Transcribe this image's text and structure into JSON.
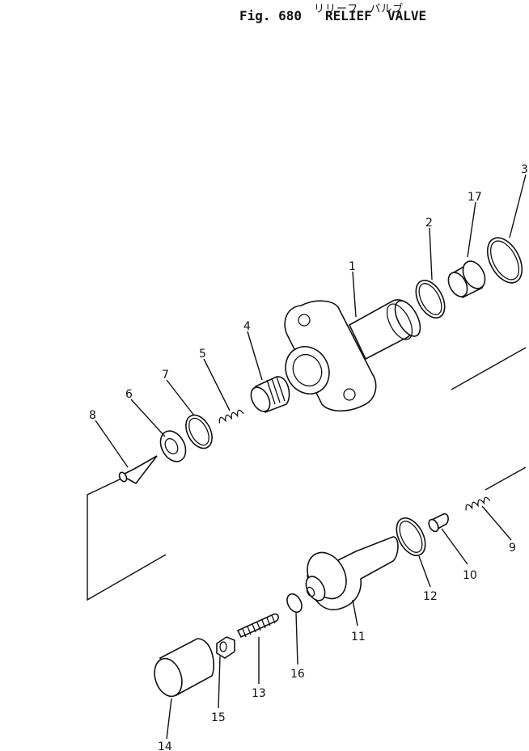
{
  "title_japanese": "リリーフ　バルブ",
  "title": "Fig. 680   RELIEF  VALVE",
  "callouts": [
    "1",
    "2",
    "3",
    "4",
    "5",
    "6",
    "7",
    "8",
    "9",
    "10",
    "11",
    "12",
    "13",
    "14",
    "15",
    "16",
    "17"
  ]
}
